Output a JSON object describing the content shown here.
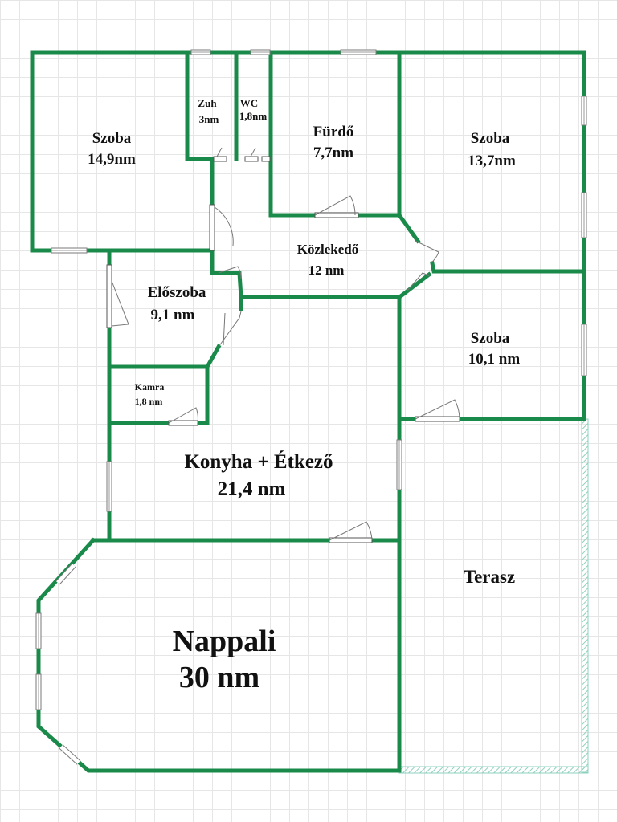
{
  "colors": {
    "wall": "#1a8a4a",
    "terrace_hatch": "#8fd0bd",
    "text": "#111111"
  },
  "rooms": [
    {
      "name": "Szoba",
      "area": "14,9nm"
    },
    {
      "name": "Zuh",
      "area": "3nm"
    },
    {
      "name": "WC",
      "area": "1,8nm"
    },
    {
      "name": "Fürdő",
      "area": "7,7nm"
    },
    {
      "name": "Szoba",
      "area": "13,7nm"
    },
    {
      "name": "Közlekedő",
      "area": "12 nm"
    },
    {
      "name": "Előszoba",
      "area": "9,1 nm"
    },
    {
      "name": "Szoba",
      "area": "10,1 nm"
    },
    {
      "name": "Kamra",
      "area": "1,8 nm"
    },
    {
      "name": "Konyha + Étkező",
      "area": "21,4 nm"
    },
    {
      "name": "Terasz",
      "area": ""
    },
    {
      "name": "Nappali",
      "area": "30 nm"
    }
  ]
}
